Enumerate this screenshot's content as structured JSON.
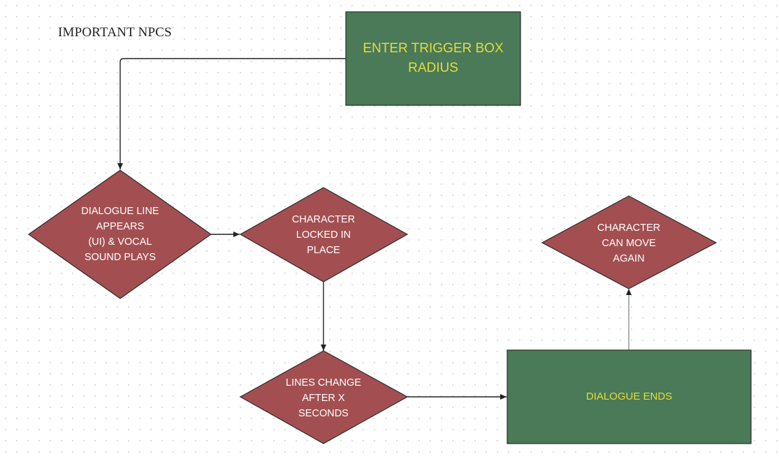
{
  "diagram": {
    "title": "IMPORTANT NPCS",
    "colors": {
      "rect_fill": "#4a7a58",
      "rect_text": "#e6dc3a",
      "diamond_fill": "#a34f51",
      "diamond_text": "#ffffff",
      "stroke": "#2b2b2b",
      "arrow": "#222222"
    },
    "nodes": [
      {
        "id": "trigger",
        "shape": "rect",
        "text": "ENTER TRIGGER BOX\nRADIUS"
      },
      {
        "id": "dialogue_line",
        "shape": "diamond",
        "text": "DIALOGUE LINE\nAPPEARS\n(UI) & VOCAL\nSOUND PLAYS"
      },
      {
        "id": "locked",
        "shape": "diamond",
        "text": "CHARACTER\nLOCKED IN\nPLACE"
      },
      {
        "id": "lines_change",
        "shape": "diamond",
        "text": "LINES CHANGE\nAFTER X\nSECONDS"
      },
      {
        "id": "dialogue_ends",
        "shape": "rect",
        "text": "DIALOGUE ENDS"
      },
      {
        "id": "can_move",
        "shape": "diamond",
        "text": "CHARACTER\nCAN MOVE\nAGAIN"
      }
    ],
    "edges": [
      {
        "from": "trigger",
        "to": "dialogue_line"
      },
      {
        "from": "dialogue_line",
        "to": "locked"
      },
      {
        "from": "locked",
        "to": "lines_change"
      },
      {
        "from": "lines_change",
        "to": "dialogue_ends"
      },
      {
        "from": "dialogue_ends",
        "to": "can_move"
      }
    ]
  }
}
